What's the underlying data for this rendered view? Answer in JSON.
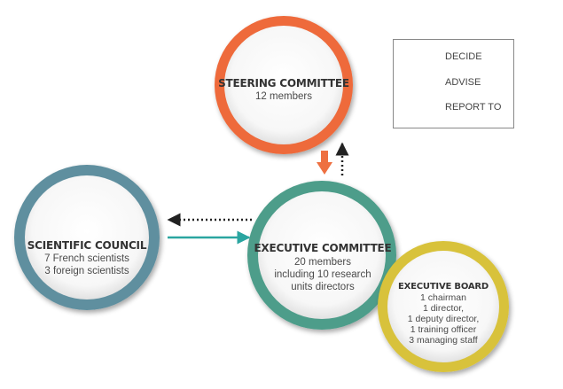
{
  "legend": {
    "items": [
      {
        "label": "DECIDE",
        "color": "#ee7041",
        "style": "thick-arrow"
      },
      {
        "label": "ADVISE",
        "color": "#2aa5a0",
        "style": "solid-arrow"
      },
      {
        "label": "REPORT TO",
        "color": "#222222",
        "style": "dotted-arrow"
      }
    ]
  },
  "nodes": {
    "steering": {
      "title": "STEERING COMMITTEE",
      "lines": [
        "12 members"
      ],
      "color": "#ee6b3b"
    },
    "scientific": {
      "title": "SCIENTIFIC COUNCIL",
      "lines": [
        "7 French scientists",
        "3 foreign scientists"
      ],
      "color": "#5f8f9f"
    },
    "executive": {
      "title": "EXECUTIVE COMMITTEE",
      "lines": [
        "20 members",
        "including 10 research",
        "units directors"
      ],
      "color": "#4e9d8a"
    },
    "board": {
      "title": "EXECUTIVE BOARD",
      "lines": [
        "1 chairman",
        "1 director,",
        "1 deputy director,",
        "1 training officer",
        "3 managing staff"
      ],
      "color": "#d8c23a"
    }
  }
}
